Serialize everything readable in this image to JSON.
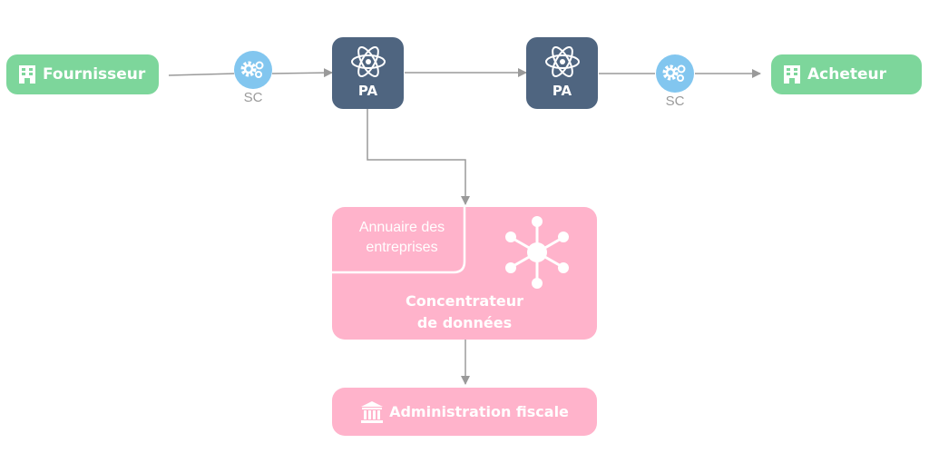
{
  "actors": {
    "supplier": {
      "label": "Fournisseur",
      "icon": "building-icon"
    },
    "buyer": {
      "label": "Acheteur",
      "icon": "building-icon"
    }
  },
  "service_connectors": [
    {
      "label": "SC",
      "icon": "gears-icon"
    },
    {
      "label": "SC",
      "icon": "gears-icon"
    }
  ],
  "platforms": [
    {
      "label": "PA",
      "icon": "atom-icon"
    },
    {
      "label": "PA",
      "icon": "atom-icon"
    }
  ],
  "hub": {
    "directory_label_line1": "Annuaire des",
    "directory_label_line2": "entreprises",
    "title_line1": "Concentrateur",
    "title_line2": "de données",
    "icon": "network-hub-icon"
  },
  "tax_admin": {
    "label": "Administration fiscale",
    "icon": "government-building-icon"
  },
  "colors": {
    "actor": "#7dd69b",
    "platform": "#4f6580",
    "connector": "#82c6ef",
    "hub": "#ffb3cb",
    "line": "#9a9a9a"
  }
}
